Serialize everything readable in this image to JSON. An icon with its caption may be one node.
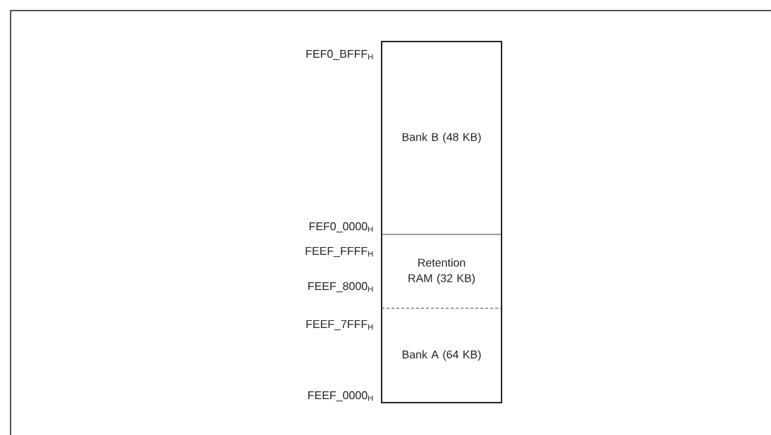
{
  "diagram": {
    "nodes": [
      {
        "text": [
          "Bank B (48 KB)"
        ]
      },
      {
        "text": [
          "Retention RAM (32 KB)"
        ]
      },
      {
        "text": [
          "Bank A (64 KB)"
        ]
      }
    ],
    "labels": [
      "FEF0_BFFF$_{H}$",
      "FEF0_0000$_{H}$",
      "FEEF_FFFF$_{H}$",
      "FEEF_8000$_{H}$",
      "FEEF_7FFF$_{H}$",
      "FEEF_0000$_{H}$"
    ]
  }
}
